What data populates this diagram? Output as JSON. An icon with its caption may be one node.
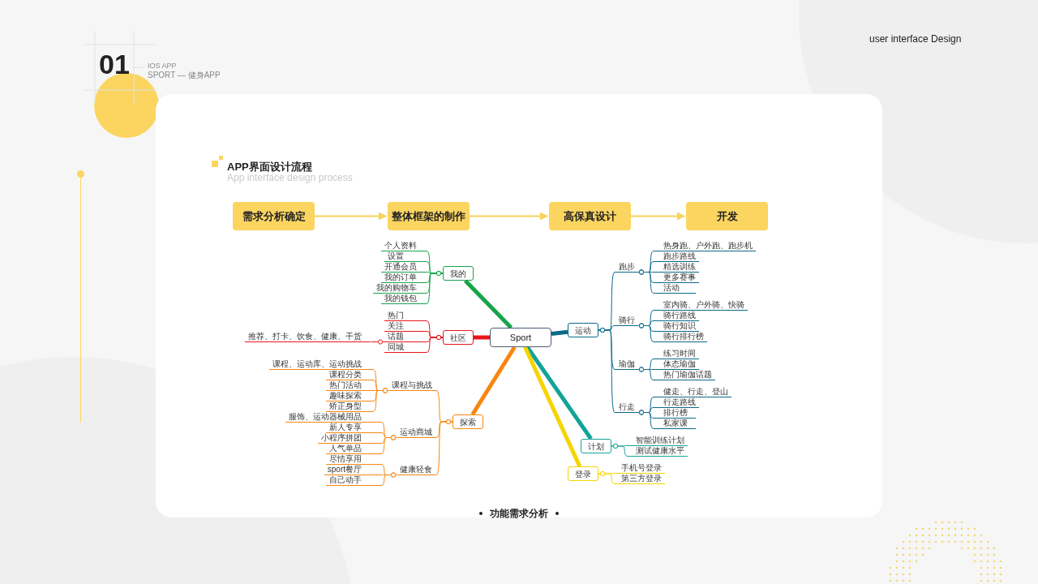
{
  "diagram": {
    "title": "APP界面设计流程",
    "caption": "功能需求分析",
    "nodes": [
      {
        "text": [
          "需求分析确定"
        ]
      },
      {
        "text": [
          "整体框架的制作"
        ]
      },
      {
        "text": [
          "高保真设计"
        ]
      },
      {
        "text": [
          "开发"
        ]
      },
      {
        "text": [
          "Sport"
        ]
      },
      {
        "text": [
          "我的"
        ]
      },
      {
        "text": [
          "个人资料"
        ]
      },
      {
        "text": [
          "设置"
        ]
      },
      {
        "text": [
          "开通会员"
        ]
      },
      {
        "text": [
          "我的订单"
        ]
      },
      {
        "text": [
          "我的购物车"
        ]
      },
      {
        "text": [
          "我的钱包"
        ]
      },
      {
        "text": [
          "社区"
        ]
      },
      {
        "text": [
          "热门"
        ]
      },
      {
        "text": [
          "关注"
        ]
      },
      {
        "text": [
          "话题"
        ]
      },
      {
        "text": [
          "同城"
        ]
      },
      {
        "text": [
          "推荐、打卡、饮食、健康、干货"
        ]
      },
      {
        "text": [
          "探索"
        ]
      },
      {
        "text": [
          "课程与挑战"
        ]
      },
      {
        "text": [
          "课程、运动库、运动挑战"
        ]
      },
      {
        "text": [
          "课程分类"
        ]
      },
      {
        "text": [
          "热门活动"
        ]
      },
      {
        "text": [
          "趣味探索"
        ]
      },
      {
        "text": [
          "矫正身型"
        ]
      },
      {
        "text": [
          "运动商城"
        ]
      },
      {
        "text": [
          "服饰、运动器械用品"
        ]
      },
      {
        "text": [
          "新人专享"
        ]
      },
      {
        "text": [
          "小程序拼团"
        ]
      },
      {
        "text": [
          "人气单品"
        ]
      },
      {
        "text": [
          "健康轻食"
        ]
      },
      {
        "text": [
          "尽情享用"
        ]
      },
      {
        "text": [
          "sport餐厅"
        ]
      },
      {
        "text": [
          "自己动手"
        ]
      },
      {
        "text": [
          "运动"
        ]
      },
      {
        "text": [
          "跑步"
        ]
      },
      {
        "text": [
          "热身跑、户外跑、跑步机"
        ]
      },
      {
        "text": [
          "跑步路线"
        ]
      },
      {
        "text": [
          "精选训练"
        ]
      },
      {
        "text": [
          "更多赛事"
        ]
      },
      {
        "text": [
          "活动"
        ]
      },
      {
        "text": [
          "骑行"
        ]
      },
      {
        "text": [
          "室内骑、户外骑、快骑"
        ]
      },
      {
        "text": [
          "骑行路线"
        ]
      },
      {
        "text": [
          "骑行知识"
        ]
      },
      {
        "text": [
          "骑行排行榜"
        ]
      },
      {
        "text": [
          "瑜伽"
        ]
      },
      {
        "text": [
          "练习时间"
        ]
      },
      {
        "text": [
          "体态瑜伽"
        ]
      },
      {
        "text": [
          "热门瑜伽话题"
        ]
      },
      {
        "text": [
          "行走"
        ]
      },
      {
        "text": [
          "健走、行走、登山"
        ]
      },
      {
        "text": [
          "行走路线"
        ]
      },
      {
        "text": [
          "排行榜"
        ]
      },
      {
        "text": [
          "私家课"
        ]
      },
      {
        "text": [
          "计划"
        ]
      },
      {
        "text": [
          "智能训练计划"
        ]
      },
      {
        "text": [
          "测试健康水平"
        ]
      },
      {
        "text": [
          "登录"
        ]
      },
      {
        "text": [
          "手机号登录"
        ]
      },
      {
        "text": [
          "第三方登录"
        ]
      }
    ],
    "edges": [
      {
        "from": 0,
        "to": 1,
        "arrow": "to",
        "color": "#f7d35a"
      },
      {
        "from": 1,
        "to": 2,
        "arrow": "to",
        "color": "#f7d35a"
      },
      {
        "from": 2,
        "to": 3,
        "arrow": "to",
        "color": "#f7d35a"
      },
      {
        "from": 4,
        "to": 5,
        "arrow": "none",
        "style": "thick",
        "color": "#16a44a"
      },
      {
        "from": 4,
        "to": 12,
        "arrow": "none",
        "style": "thick",
        "color": "#e8161b"
      },
      {
        "from": 4,
        "to": 18,
        "arrow": "none",
        "style": "thick",
        "color": "#f7870f"
      },
      {
        "from": 4,
        "to": 34,
        "arrow": "none",
        "style": "thick",
        "color": "#0b6a8a"
      },
      {
        "from": 4,
        "to": 55,
        "arrow": "none",
        "style": "thick",
        "color": "#14a398"
      },
      {
        "from": 4,
        "to": 58,
        "arrow": "none",
        "style": "thick",
        "color": "#f5d400"
      },
      {
        "from": 5,
        "to": 6,
        "arrow": "other",
        "color": "#16a44a"
      },
      {
        "from": 5,
        "to": 7,
        "arrow": "other",
        "color": "#16a44a"
      },
      {
        "from": 5,
        "to": 8,
        "arrow": "other",
        "color": "#16a44a"
      },
      {
        "from": 5,
        "to": 9,
        "arrow": "other",
        "color": "#16a44a"
      },
      {
        "from": 5,
        "to": 10,
        "arrow": "other",
        "color": "#16a44a"
      },
      {
        "from": 5,
        "to": 11,
        "arrow": "other",
        "color": "#16a44a"
      },
      {
        "from": 12,
        "to": 13,
        "arrow": "other",
        "color": "#e8161b"
      },
      {
        "from": 12,
        "to": 14,
        "arrow": "other",
        "color": "#e8161b"
      },
      {
        "from": 12,
        "to": 15,
        "arrow": "other",
        "color": "#e8161b"
      },
      {
        "from": 12,
        "to": 16,
        "arrow": "other",
        "color": "#e8161b"
      },
      {
        "from": 15,
        "to": 17,
        "arrow": "other",
        "color": "#e8161b"
      },
      {
        "from": 18,
        "to": 19,
        "arrow": "other",
        "color": "#f7870f"
      },
      {
        "from": 18,
        "to": 25,
        "arrow": "other",
        "color": "#f7870f"
      },
      {
        "from": 18,
        "to": 30,
        "arrow": "other",
        "color": "#f7870f"
      },
      {
        "from": 19,
        "to": 20,
        "arrow": "other",
        "color": "#f7870f"
      },
      {
        "from": 19,
        "to": 21,
        "arrow": "other",
        "color": "#f7870f"
      },
      {
        "from": 19,
        "to": 22,
        "arrow": "other",
        "color": "#f7870f"
      },
      {
        "from": 19,
        "to": 23,
        "arrow": "other",
        "color": "#f7870f"
      },
      {
        "from": 19,
        "to": 24,
        "arrow": "other",
        "color": "#f7870f"
      },
      {
        "from": 25,
        "to": 26,
        "arrow": "other",
        "color": "#f7870f"
      },
      {
        "from": 25,
        "to": 27,
        "arrow": "other",
        "color": "#f7870f"
      },
      {
        "from": 25,
        "to": 28,
        "arrow": "other",
        "color": "#f7870f"
      },
      {
        "from": 25,
        "to": 29,
        "arrow": "other",
        "color": "#f7870f"
      },
      {
        "from": 30,
        "to": 31,
        "arrow": "other",
        "color": "#f7870f"
      },
      {
        "from": 30,
        "to": 32,
        "arrow": "other",
        "color": "#f7870f"
      },
      {
        "from": 30,
        "to": 33,
        "arrow": "other",
        "color": "#f7870f"
      },
      {
        "from": 34,
        "to": 35,
        "arrow": "other",
        "color": "#0b6a8a"
      },
      {
        "from": 34,
        "to": 41,
        "arrow": "other",
        "color": "#0b6a8a"
      },
      {
        "from": 34,
        "to": 46,
        "arrow": "other",
        "color": "#0b6a8a"
      },
      {
        "from": 34,
        "to": 50,
        "arrow": "other",
        "color": "#0b6a8a"
      },
      {
        "from": 35,
        "to": 36,
        "arrow": "other",
        "color": "#0b6a8a"
      },
      {
        "from": 35,
        "to": 37,
        "arrow": "other",
        "color": "#0b6a8a"
      },
      {
        "from": 35,
        "to": 38,
        "arrow": "other",
        "color": "#0b6a8a"
      },
      {
        "from": 35,
        "to": 39,
        "arrow": "other",
        "color": "#0b6a8a"
      },
      {
        "from": 35,
        "to": 40,
        "arrow": "other",
        "color": "#0b6a8a"
      },
      {
        "from": 41,
        "to": 42,
        "arrow": "other",
        "color": "#0b6a8a"
      },
      {
        "from": 41,
        "to": 43,
        "arrow": "other",
        "color": "#0b6a8a"
      },
      {
        "from": 41,
        "to": 44,
        "arrow": "other",
        "color": "#0b6a8a"
      },
      {
        "from": 41,
        "to": 45,
        "arrow": "other",
        "color": "#0b6a8a"
      },
      {
        "from": 46,
        "to": 47,
        "arrow": "other",
        "color": "#0b6a8a"
      },
      {
        "from": 46,
        "to": 48,
        "arrow": "other",
        "color": "#0b6a8a"
      },
      {
        "from": 46,
        "to": 49,
        "arrow": "other",
        "color": "#0b6a8a"
      },
      {
        "from": 50,
        "to": 51,
        "arrow": "other",
        "color": "#0b6a8a"
      },
      {
        "from": 50,
        "to": 52,
        "arrow": "other",
        "color": "#0b6a8a"
      },
      {
        "from": 50,
        "to": 53,
        "arrow": "other",
        "color": "#0b6a8a"
      },
      {
        "from": 50,
        "to": 54,
        "arrow": "other",
        "color": "#0b6a8a"
      },
      {
        "from": 55,
        "to": 56,
        "arrow": "other",
        "color": "#14a398"
      },
      {
        "from": 55,
        "to": 57,
        "arrow": "other",
        "color": "#14a398"
      },
      {
        "from": 58,
        "to": 59,
        "arrow": "other",
        "color": "#f5d400"
      },
      {
        "from": 58,
        "to": 60,
        "arrow": "other",
        "color": "#f5d400"
      }
    ],
    "labels": [
      "01",
      "IOS APP",
      "SPORT — 健身APP",
      "user interface Design",
      "App interface design process"
    ]
  }
}
